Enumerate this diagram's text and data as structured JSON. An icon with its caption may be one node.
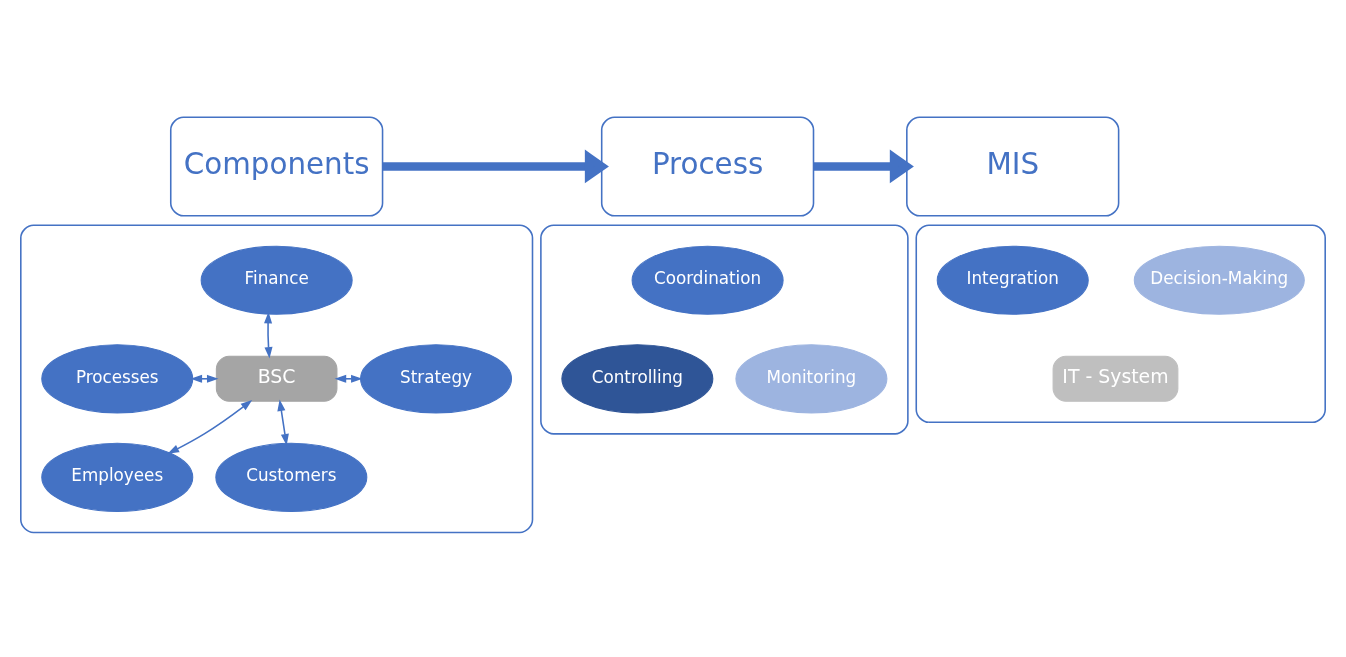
{
  "diagram": {
    "nodes": [
      {
        "text": [
          "Components"
        ]
      },
      {
        "text": [
          "Process"
        ]
      },
      {
        "text": [
          "MIS"
        ]
      },
      {
        "text": [],
        "shape": "box"
      },
      {
        "text": [
          "Finance"
        ],
        "in": 3
      },
      {
        "text": [
          "Processes"
        ],
        "in": 3
      },
      {
        "text": [
          "BSC"
        ],
        "in": 3
      },
      {
        "text": [
          "Strategy"
        ],
        "in": 3
      },
      {
        "text": [
          "Employees"
        ],
        "in": 3
      },
      {
        "text": [
          "Customers"
        ],
        "in": 3
      },
      {
        "text": [],
        "shape": "box"
      },
      {
        "text": [
          "Coordination"
        ],
        "in": 10
      },
      {
        "text": [
          "Controlling"
        ],
        "in": 10
      },
      {
        "text": [
          "Monitoring"
        ],
        "in": 10
      },
      {
        "text": [],
        "shape": "box"
      },
      {
        "text": [
          "Integration"
        ],
        "in": 14
      },
      {
        "text": [
          "Decision-Making"
        ],
        "in": 14
      },
      {
        "text": [
          "IT - System"
        ],
        "in": 14
      }
    ],
    "edges": [
      {
        "from": 0,
        "to": 1,
        "arrow": "to",
        "style": "thick"
      },
      {
        "from": 1,
        "to": 2,
        "arrow": "to",
        "style": "thick"
      },
      {
        "from": 4,
        "to": 6,
        "arrow": "both"
      },
      {
        "from": 5,
        "to": 6,
        "arrow": "both"
      },
      {
        "from": 6,
        "to": 7,
        "arrow": "both"
      },
      {
        "from": 6,
        "to": 8,
        "arrow": "both"
      },
      {
        "from": 6,
        "to": 9,
        "arrow": "both"
      }
    ]
  }
}
